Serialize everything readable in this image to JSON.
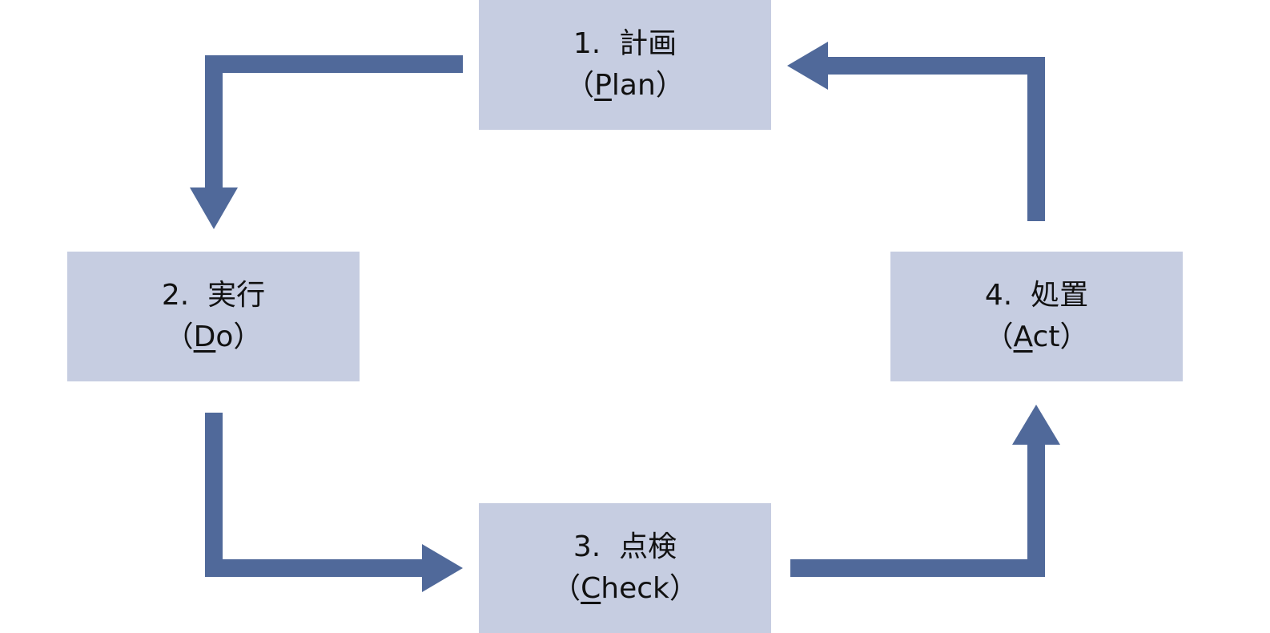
{
  "colors": {
    "box_fill": "#c6cde1",
    "arrow": "#50699a",
    "text": "#111111"
  },
  "steps": [
    {
      "title": "1.  計画",
      "open": "（",
      "initial": "P",
      "rest": "lan",
      "close": "）"
    },
    {
      "title": "2.  実行",
      "open": "（",
      "initial": "D",
      "rest": "o",
      "close": "）"
    },
    {
      "title": "3.  点検",
      "open": "（",
      "initial": "C",
      "rest": "heck",
      "close": "）"
    },
    {
      "title": "4.  処置",
      "open": "（",
      "initial": "A",
      "rest": "ct",
      "close": "）"
    }
  ]
}
